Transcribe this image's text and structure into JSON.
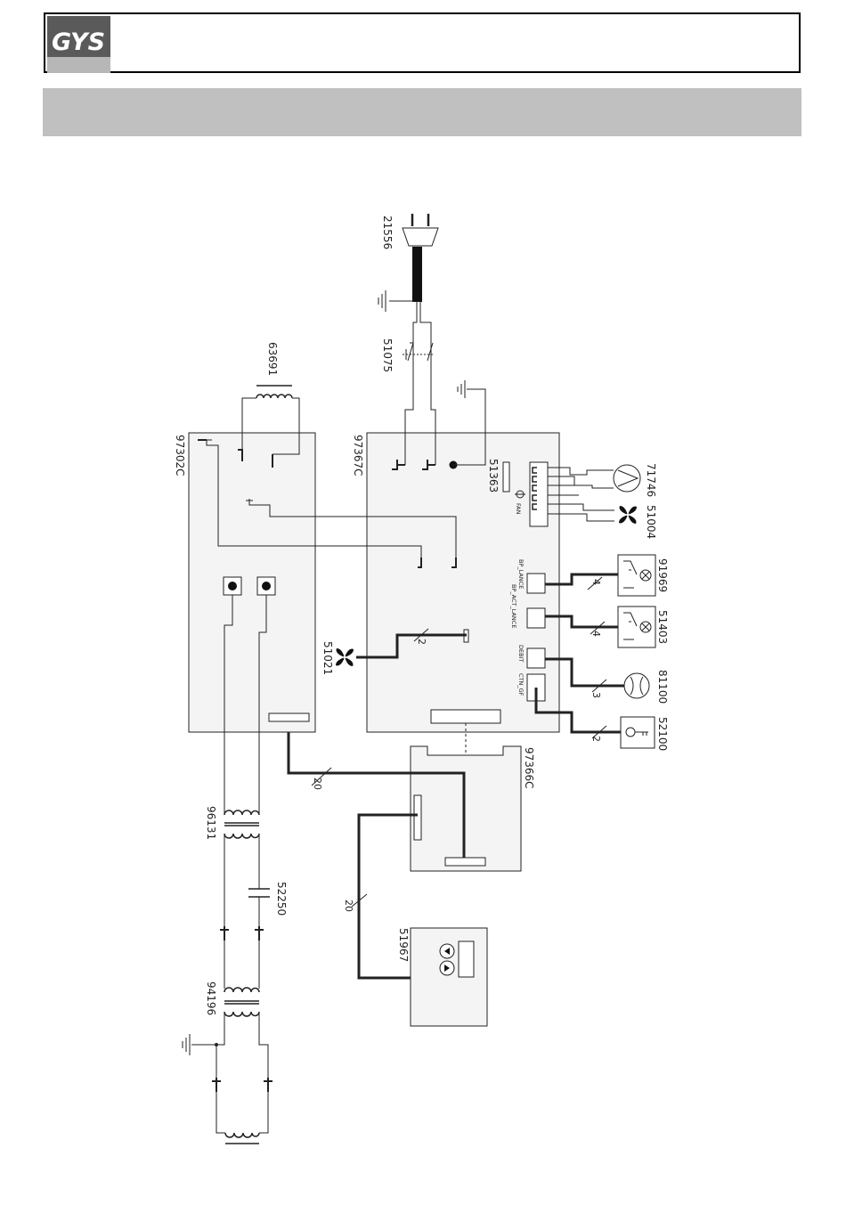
{
  "header": {
    "logo_text": "GYS",
    "band_color": "#c0c0c0",
    "logo_bg": "#5a5a5a",
    "logo_strip": "#b7b7b7"
  },
  "diagram": {
    "parts": {
      "plug": "21556",
      "switch": "51075",
      "transformer_top": "63691",
      "board_left": "97302C",
      "board_main": "97367C",
      "fuse": "51363",
      "pump": "71746",
      "fan_right": "51004",
      "fan_left": "51021",
      "lamp_1": "91969",
      "lamp_2": "51403",
      "flow": "81100",
      "key": "52100",
      "board_display": "97366C",
      "transformer_mid": "96131",
      "capacitor": "52250",
      "transformer_bottom": "94196",
      "panel": "51967"
    },
    "connectors": {
      "fan": "FAN",
      "bp_lance": "BP_LANCE",
      "bp_act_lance": "BP_ACT_LANCE",
      "debit": "DEBIT",
      "ctn_gf": "CTN_GF"
    },
    "wire_counts": {
      "lamp_1": "4",
      "lamp_2": "4",
      "flow": "3",
      "key": "2",
      "fan_left": "2",
      "bus_main": "20",
      "bus_panel": "20"
    }
  }
}
